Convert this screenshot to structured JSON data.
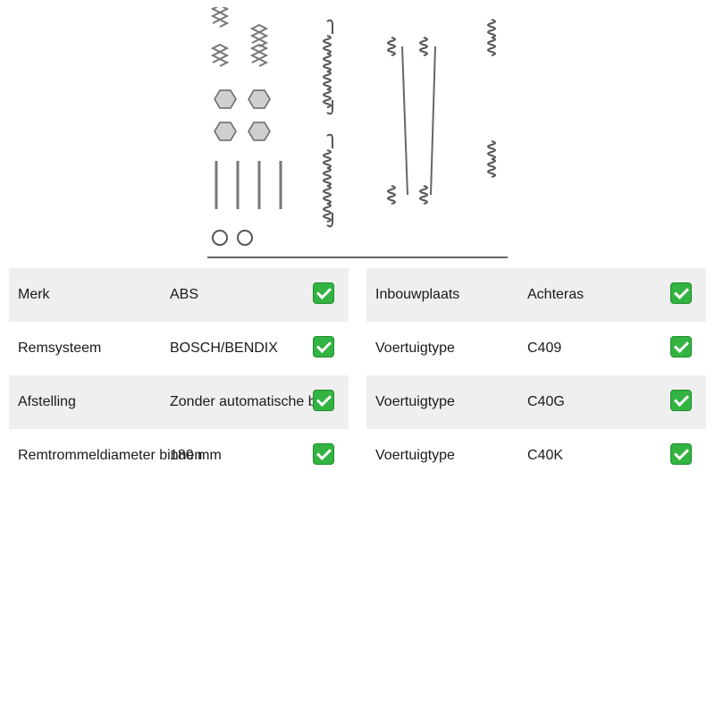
{
  "product": {
    "image_description_icon": "brake-spring-kit-image"
  },
  "specs_left": [
    {
      "label": "Merk",
      "value": "ABS"
    },
    {
      "label": "Remsysteem",
      "value": "BOSCH/BENDIX"
    },
    {
      "label": "Afstelling",
      "value": "Zonder automatische bijst"
    },
    {
      "label": "Remtrommeldiameter binnen",
      "value": "180 mm"
    }
  ],
  "specs_right": [
    {
      "label": "Inbouwplaats",
      "value": "Achteras"
    },
    {
      "label": "Voertuigtype",
      "value": "C409"
    },
    {
      "label": "Voertuigtype",
      "value": "C40G"
    },
    {
      "label": "Voertuigtype",
      "value": "C40K"
    }
  ],
  "colors": {
    "row_shade": "#efefef",
    "check_green": "#33b341"
  }
}
